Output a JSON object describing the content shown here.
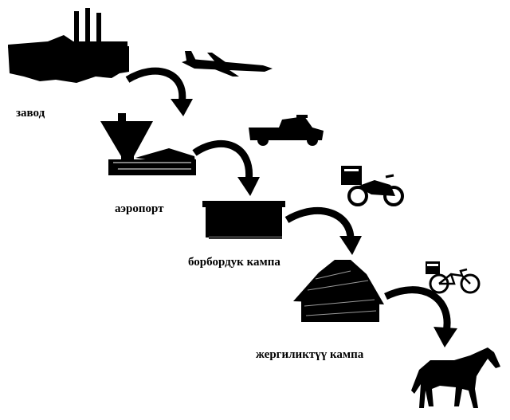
{
  "diagram": {
    "stages": [
      {
        "id": "factory",
        "label": "завод",
        "icon": "factory-icon"
      },
      {
        "id": "airport",
        "label": "аэропорт",
        "icon": "grain-elevator-icon"
      },
      {
        "id": "central-warehouse",
        "label": "борбордук кампа",
        "icon": "warehouse-icon"
      },
      {
        "id": "local-warehouse",
        "label": "жергиликтүү кампа",
        "icon": "haystack-shed-icon"
      },
      {
        "id": "final",
        "label": "",
        "icon": "horse-icon"
      }
    ],
    "transports": [
      {
        "icon": "airplane-icon"
      },
      {
        "icon": "pickup-truck-icon"
      },
      {
        "icon": "motorcycle-cargo-icon"
      },
      {
        "icon": "bicycle-cargo-icon"
      }
    ],
    "colors": {
      "ink": "#000000",
      "background": "#ffffff"
    }
  }
}
